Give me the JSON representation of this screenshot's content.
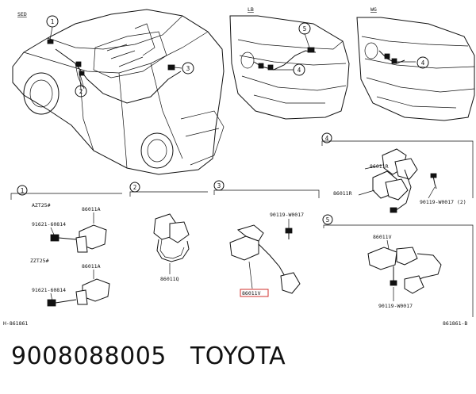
{
  "views": {
    "sed": "SED",
    "lb": "LB",
    "wg": "WG"
  },
  "callouts": [
    "1",
    "2",
    "3",
    "4",
    "5"
  ],
  "section1": {
    "num": "1",
    "variant_a": "AZT25#",
    "variant_b": "ZZT25#",
    "part_a": "86011A",
    "bolt_a": "91621-60814",
    "part_b": "86011A",
    "bolt_b": "91621-60814"
  },
  "section2": {
    "num": "2",
    "part": "86011Q"
  },
  "section3": {
    "num": "3",
    "bolt": "90119-W0017",
    "part": "86011V"
  },
  "section4": {
    "num": "4",
    "part_top": "86011R",
    "part_bottom": "86011R",
    "bolt": "90119-W0017 (2)"
  },
  "section5": {
    "num": "5",
    "part": "86011V",
    "bolt": "90119-W0017"
  },
  "figure_left_code": "H-861861",
  "figure_right_code": "861861-B",
  "footer": {
    "part_number": "9008088005",
    "brand": "TOYOTA"
  }
}
